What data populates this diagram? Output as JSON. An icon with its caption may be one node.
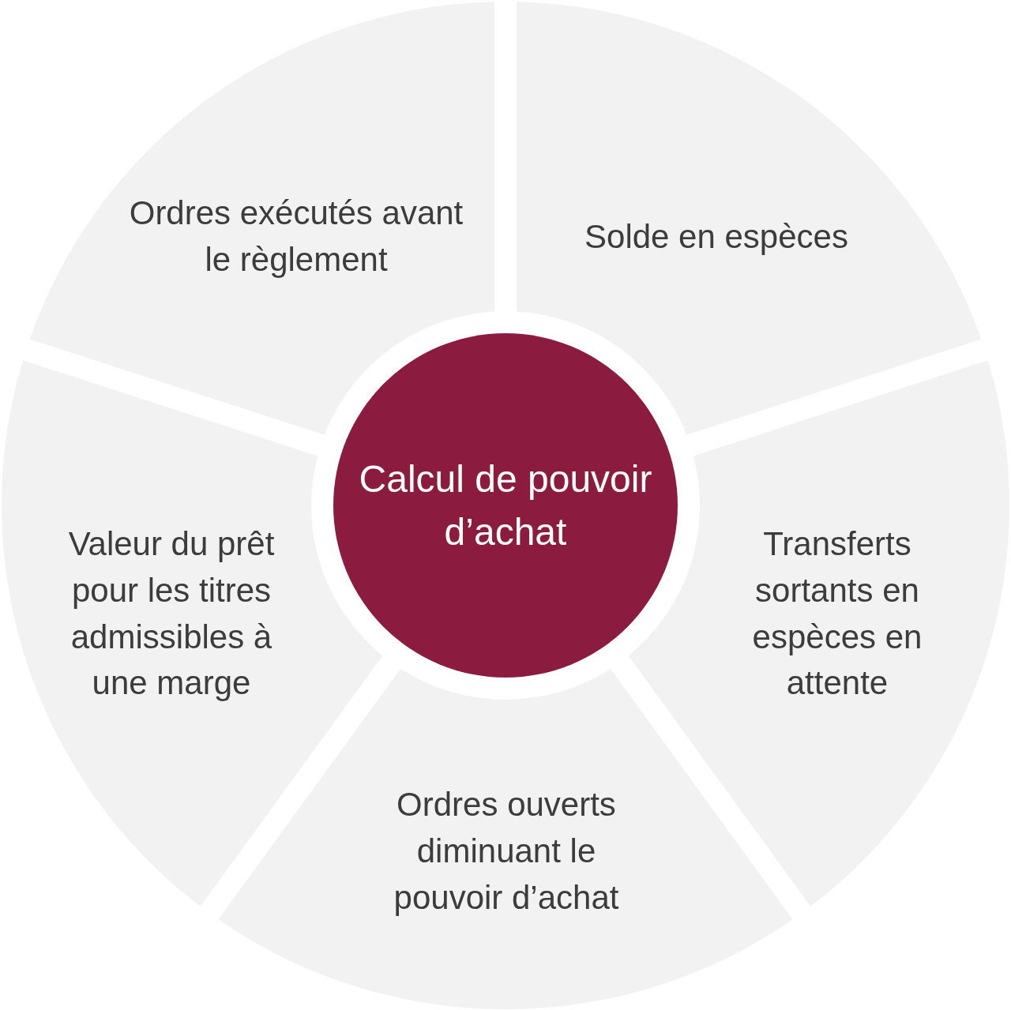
{
  "diagram": {
    "nodes": [
      {
        "text": [
          "Ordres exécutés avant le règlement"
        ]
      },
      {
        "text": [
          "Solde en espèces"
        ]
      },
      {
        "text": [
          "Valeur du prêt pour les titres admissibles à une marge"
        ]
      },
      {
        "text": [
          "Calcul de pouvoir d’achat"
        ]
      },
      {
        "text": [
          "Transferts sortants en espèces en attente"
        ]
      },
      {
        "text": [
          "Ordres ouverts diminuant le pouvoir d’achat"
        ]
      }
    ],
    "edges": []
  }
}
